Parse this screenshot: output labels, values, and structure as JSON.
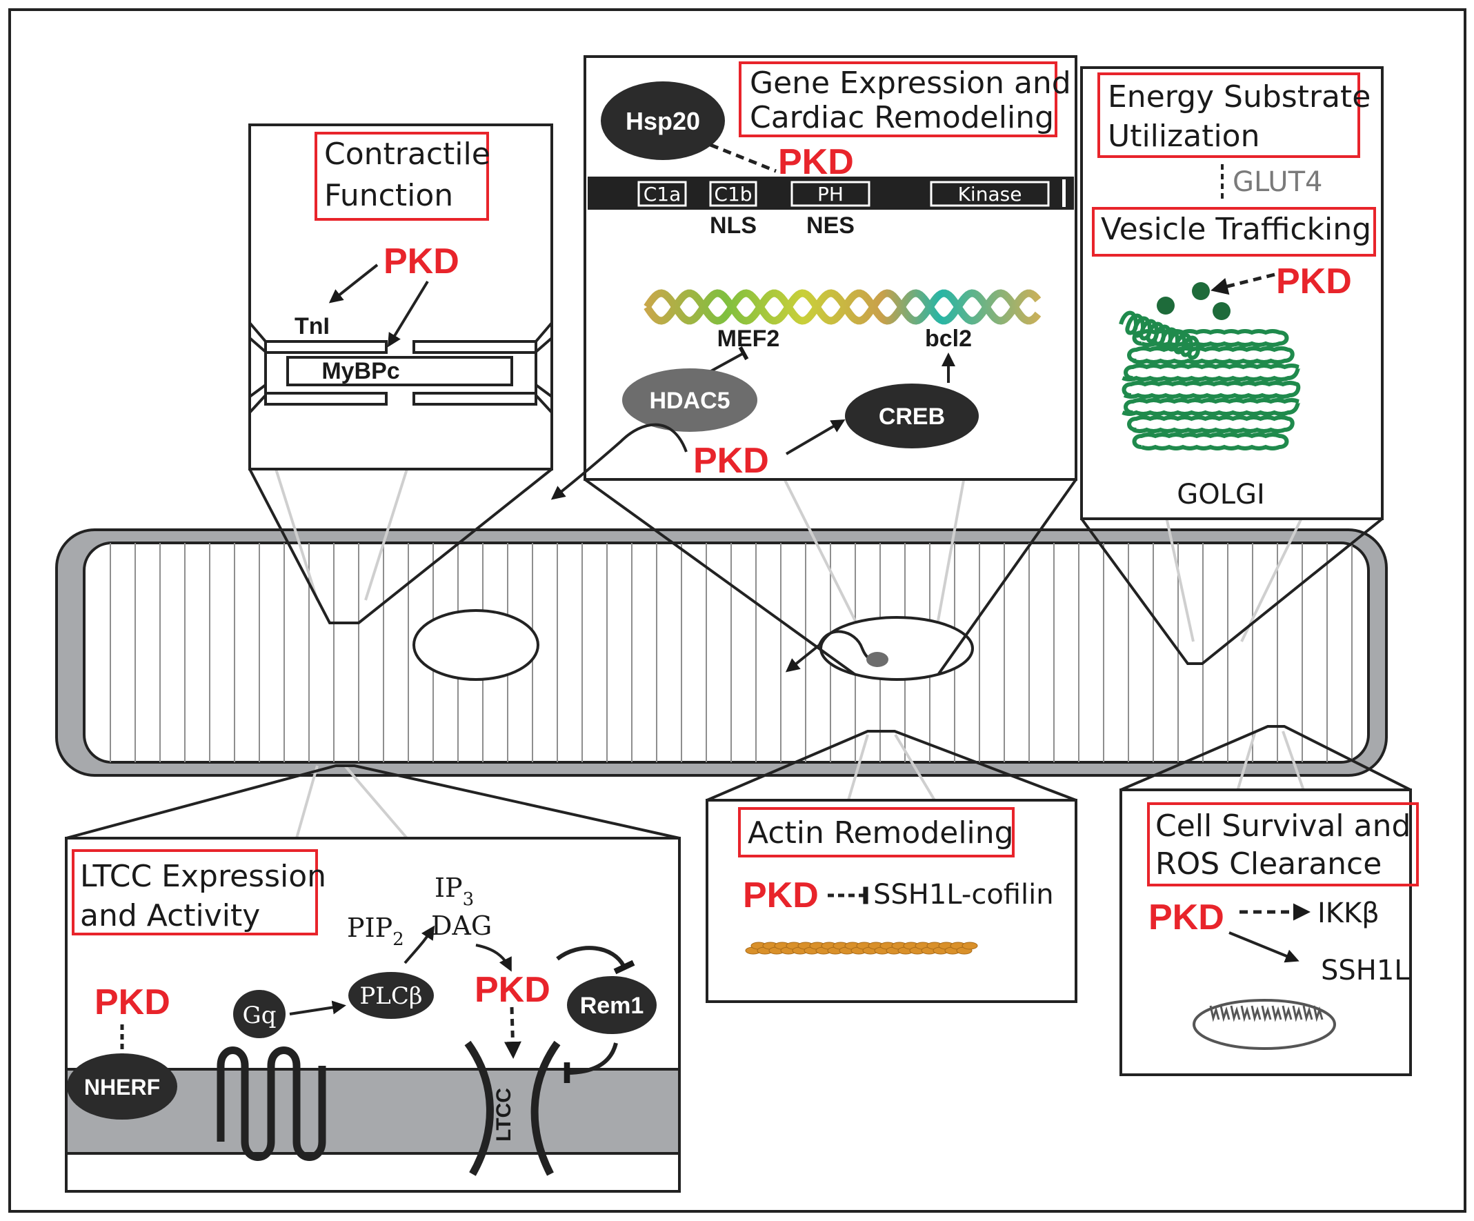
{
  "colors": {
    "accent_red": "#e8242b",
    "dark_ellipse": "#2b2b2b",
    "hdac_gray": "#6d6d6d",
    "membrane_gray": "#a7a9ac",
    "golgi_green": "#1f8a4c",
    "vesicle_green": "#1e6b3a",
    "actin_orange": "#d9902a"
  },
  "panels": {
    "contractile": {
      "title_line1": "Contractile",
      "title_line2": "Function",
      "pkd": "PKD",
      "tni": "TnI",
      "mybpc": "MyBPc"
    },
    "gene": {
      "title_line1": "Gene Expression and",
      "title_line2": "Cardiac Remodeling",
      "hsp20": "Hsp20",
      "pkd_top": "PKD",
      "domains": [
        "C1a",
        "C1b",
        "PH",
        "Kinase"
      ],
      "nls": "NLS",
      "nes": "NES",
      "mef2": "MEF2",
      "bcl2": "bcl2",
      "hdac5": "HDAC5",
      "creb": "CREB",
      "pkd_bottom": "PKD"
    },
    "energy": {
      "title_line1": "Energy Substrate",
      "title_line2": "Utilization",
      "glut4": "GLUT4",
      "vesicle_title": "Vesicle Trafficking",
      "pkd": "PKD",
      "golgi": "GOLGI"
    },
    "ltcc": {
      "title_line1": "LTCC Expression",
      "title_line2": "and Activity",
      "pkd_left": "PKD",
      "nherf": "NHERF",
      "gq": "Gq",
      "plcb": "PLCβ",
      "pip_base": "PIP",
      "pip_sub": "2",
      "ip_base": "IP",
      "ip_sub": "3",
      "dag": "DAG",
      "pkd_right": "PKD",
      "rem1": "Rem1",
      "ltcc": "LTCC"
    },
    "actin": {
      "title": "Actin Remodeling",
      "pkd": "PKD",
      "target": "SSH1L-cofilin"
    },
    "survival": {
      "title_line1": "Cell Survival and",
      "title_line2": "ROS Clearance",
      "pkd": "PKD",
      "ikkb": "IKKβ",
      "ssh1l": "SSH1L"
    }
  }
}
